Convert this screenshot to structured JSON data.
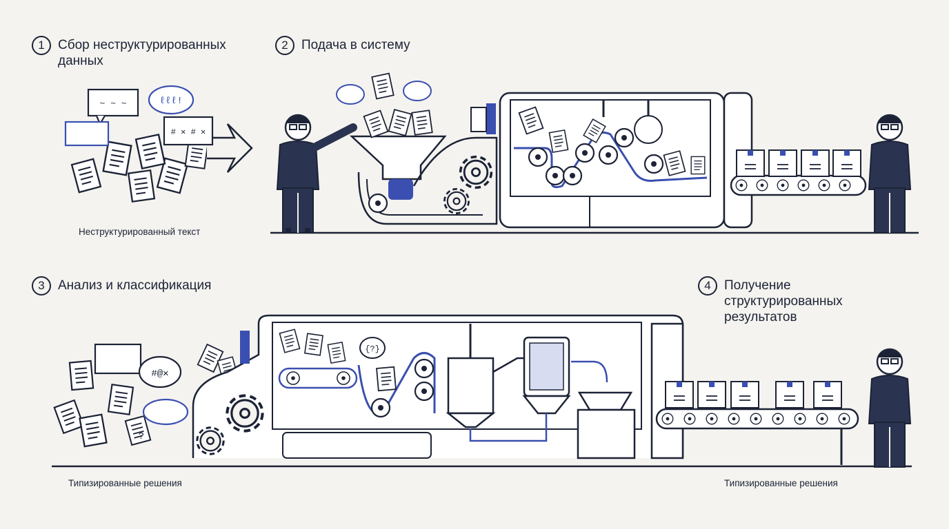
{
  "steps": [
    {
      "number": "1",
      "title": "Сбор неструктурированных\nданных",
      "caption": "Неструктурированный текст"
    },
    {
      "number": "2",
      "title": "Подача в систему"
    },
    {
      "number": "3",
      "title": "Анализ и классификация",
      "caption": "Типизированные решения"
    },
    {
      "number": "4",
      "title": "Получение\nструктурированных\nрезультатов",
      "caption": "Типизированные решения"
    }
  ],
  "glyphs": {
    "bubble_1": "~ ~ ~",
    "bubble_2": "ℓℓℓ!",
    "bubble_3": "# ✕ # ✕",
    "bubble_4": "#@✕",
    "bubble_5": "?",
    "bubble_6": "{?}"
  },
  "colors": {
    "ink": "#1c2336",
    "accent": "#3a4fb0",
    "paper": "#ffffff",
    "background": "#f4f3ef"
  }
}
